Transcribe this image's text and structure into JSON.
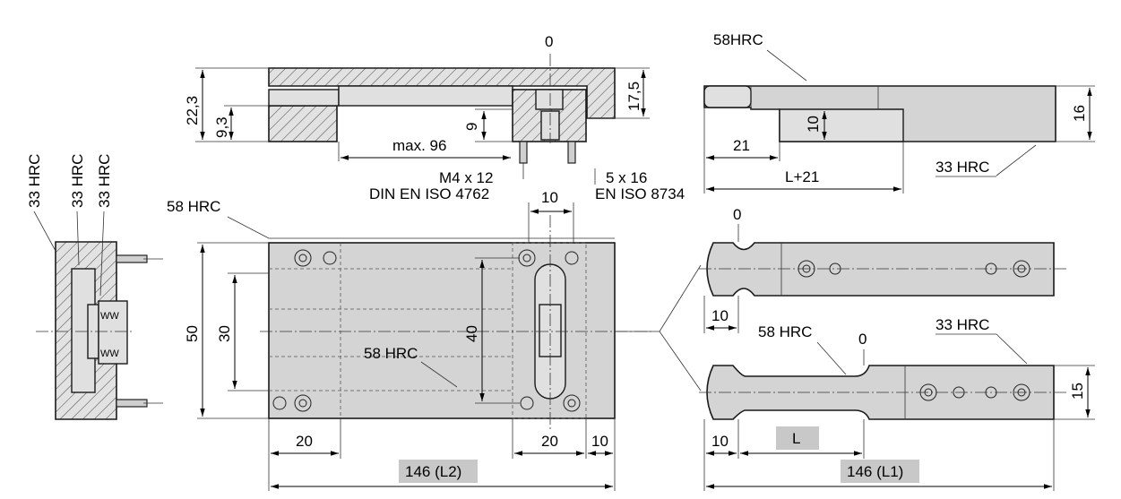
{
  "drawing": {
    "top_section": {
      "origin": "0",
      "height_total": "22,3",
      "height_low": "9,3",
      "height_right": "17,5",
      "depth_9": "9",
      "stroke": "max. 96",
      "screw_spec": "M4 x 12",
      "screw_std": "DIN EN ISO 4762",
      "pin_spec": "5 x 16",
      "pin_std": "EN ISO 8734"
    },
    "side_section": {
      "hardness_1": "33 HRC",
      "hardness_2": "33 HRC",
      "hardness_3": "33 HRC"
    },
    "plan_view": {
      "hardness_top": "58 HRC",
      "hardness_center": "58 HRC",
      "width_10": "10",
      "height_50": "50",
      "height_30": "30",
      "height_40": "40",
      "left_20": "20",
      "right_20": "20",
      "right_10": "10",
      "length_total": "146 (L2)"
    },
    "slide_side": {
      "hardness": "58HRC",
      "hardness_bottom": "33 HRC",
      "thick_10": "10",
      "height_16": "16",
      "len_21": "21",
      "len_L21": "L+21"
    },
    "slide_plan": {
      "zero_upper": "0",
      "len_10_upper": "10",
      "hardness_58": "58 HRC",
      "zero_lower": "0",
      "hardness_33": "33 HRC",
      "height_15": "15",
      "len_10_lower": "10",
      "len_L": "L",
      "length_total": "146 (L1)"
    },
    "colors": {
      "part_fill": "#d4d4d4",
      "label_box": "#c8c8c8"
    }
  }
}
